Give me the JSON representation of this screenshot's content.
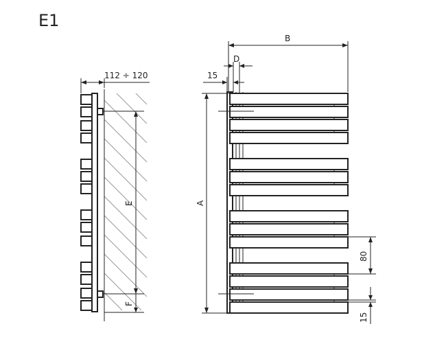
{
  "diagram": {
    "title": "E1",
    "labels": {
      "depth": "112 ÷ 120",
      "wall_offset": "15",
      "pipe": "D",
      "width": "B",
      "height": "A",
      "spacing": "E",
      "bottom": "F",
      "gap": "80",
      "bottom_gap": "15"
    }
  }
}
